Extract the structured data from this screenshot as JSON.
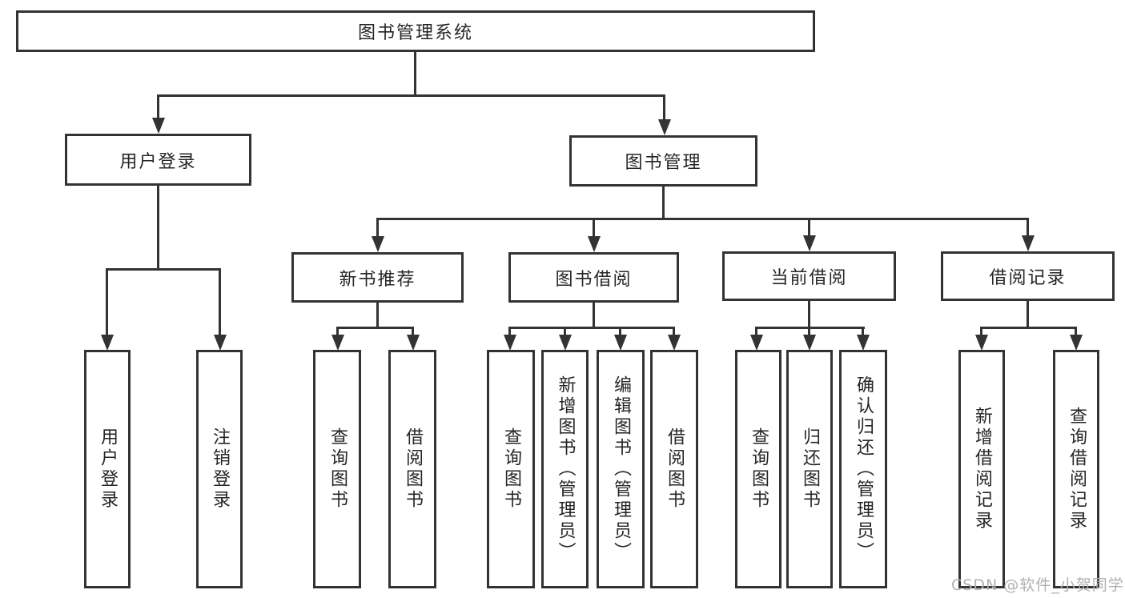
{
  "colors": {
    "line": "#333333",
    "text": "#262626",
    "watermark": "#b0b0b0",
    "background": "#ffffff"
  },
  "watermark": {
    "text": "CSDN @软件_小贺同学"
  },
  "tree": {
    "root": {
      "label": "图书管理系统"
    },
    "children": [
      {
        "label": "用户登录",
        "children": [
          {
            "label": "用户登录"
          },
          {
            "label": "注销登录"
          }
        ]
      },
      {
        "label": "图书管理",
        "children": [
          {
            "label": "新书推荐",
            "children": [
              {
                "label": "查询图书"
              },
              {
                "label": "借阅图书"
              }
            ]
          },
          {
            "label": "图书借阅",
            "children": [
              {
                "label": "查询图书"
              },
              {
                "label": "新增图书（管理员）"
              },
              {
                "label": "编辑图书（管理员）"
              },
              {
                "label": "借阅图书"
              }
            ]
          },
          {
            "label": "当前借阅",
            "children": [
              {
                "label": "查询图书"
              },
              {
                "label": "归还图书"
              },
              {
                "label": "确认归还（管理员）"
              }
            ]
          },
          {
            "label": "借阅记录",
            "children": [
              {
                "label": "新增借阅记录"
              },
              {
                "label": "查询借阅记录"
              }
            ]
          }
        ]
      }
    ]
  }
}
